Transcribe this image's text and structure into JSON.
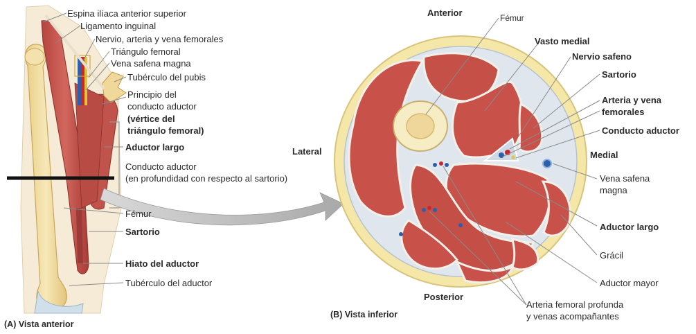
{
  "panel_a": {
    "caption": "(A) Vista anterior",
    "labels": {
      "espina": "Espina ilíaca anterior superior",
      "ligamento": "Ligamento inguinal",
      "nervio": "Nervio, arteria y vena femorales",
      "triangulo": "Triángulo femoral",
      "vena_safena": "Vena safena magna",
      "tuberculo_pubis": "Tubérculo del pubis",
      "principio_1": "Principio del",
      "principio_2": "conducto aductor",
      "vertice_1": "(vértice del",
      "vertice_2": "triángulo femoral)",
      "aductor_largo": "Aductor largo",
      "conducto_1": "Conducto aductor",
      "conducto_2": "(en profundidad con respecto al sartorio)",
      "femur": "Fémur",
      "sartorio": "Sartorio",
      "hiato": "Hiato del aductor",
      "tuberculo_aductor": "Tubérculo del aductor"
    }
  },
  "panel_b": {
    "caption": "(B) Vista inferior",
    "orientation": {
      "anterior": "Anterior",
      "lateral": "Lateral",
      "medial": "Medial",
      "posterior": "Posterior"
    },
    "labels": {
      "femur": "Fémur",
      "vasto_medial": "Vasto medial",
      "nervio_safeno": "Nervio safeno",
      "sartorio": "Sartorio",
      "arteria_1": "Arteria y vena",
      "arteria_2": "femorales",
      "conducto_aductor": "Conducto aductor",
      "vena_safena_1": "Vena safena",
      "vena_safena_2": "magna",
      "aductor_largo": "Aductor largo",
      "gracil": "Grácil",
      "aductor_mayor": "Aductor mayor",
      "profunda_1": "Arteria femoral profunda",
      "profunda_2": "y venas acompañantes"
    }
  },
  "colors": {
    "muscle": "#c8524a",
    "muscle_dark": "#9e3a35",
    "fat": "#f3e6a6",
    "fascia": "#dfe6ee",
    "bone": "#f2dfa0",
    "artery": "#c7282c",
    "vein": "#2f5fa8",
    "leader": "#8a8a8a"
  }
}
